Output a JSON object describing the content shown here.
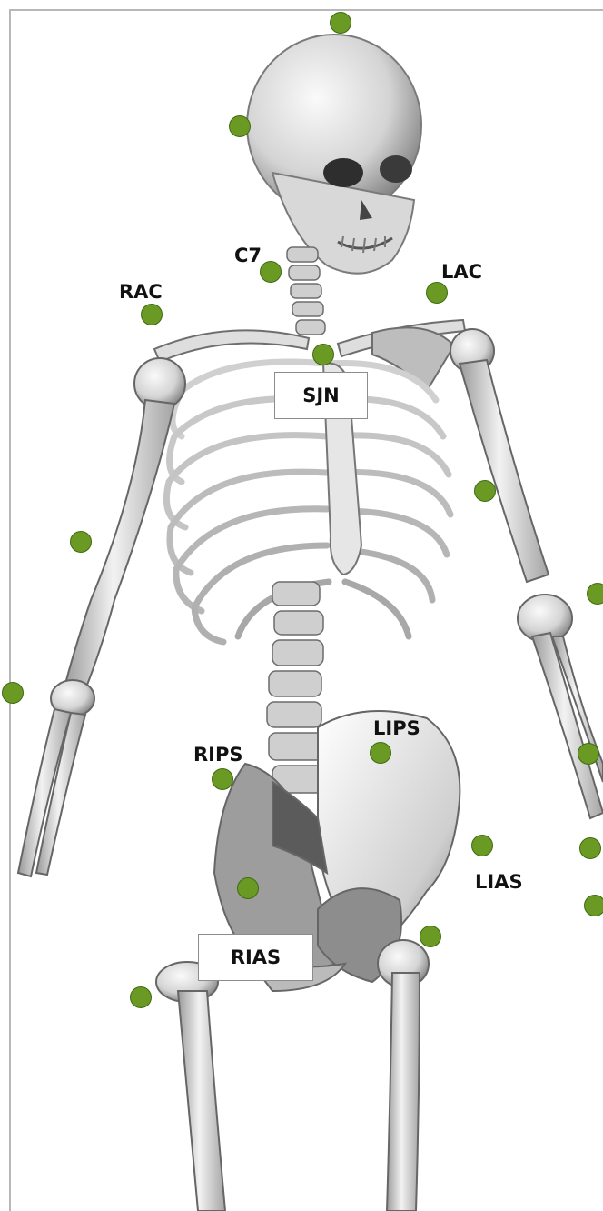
{
  "labels": {
    "c7": "C7",
    "rac": "RAC",
    "lac": "LAC",
    "sjn": "SJN",
    "rips": "RIPS",
    "lips": "LIPS",
    "lias": "LIAS",
    "rias": "RIAS"
  },
  "colors": {
    "marker_fill": "#6a9a24",
    "marker_stroke": "#3f6b12",
    "bone_light": "#eaeaea",
    "bone_dark": "#8f8f8f"
  }
}
